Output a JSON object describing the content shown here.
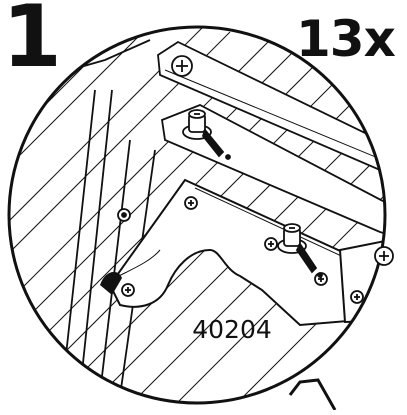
{
  "step": {
    "number": "1"
  },
  "quantity": {
    "label": "13x"
  },
  "detail": {
    "part_number": "40204"
  },
  "colors": {
    "line": "#111111",
    "background": "#ffffff"
  },
  "icons": [
    "phillips-screw-icon",
    "bolt-with-washer-icon"
  ]
}
